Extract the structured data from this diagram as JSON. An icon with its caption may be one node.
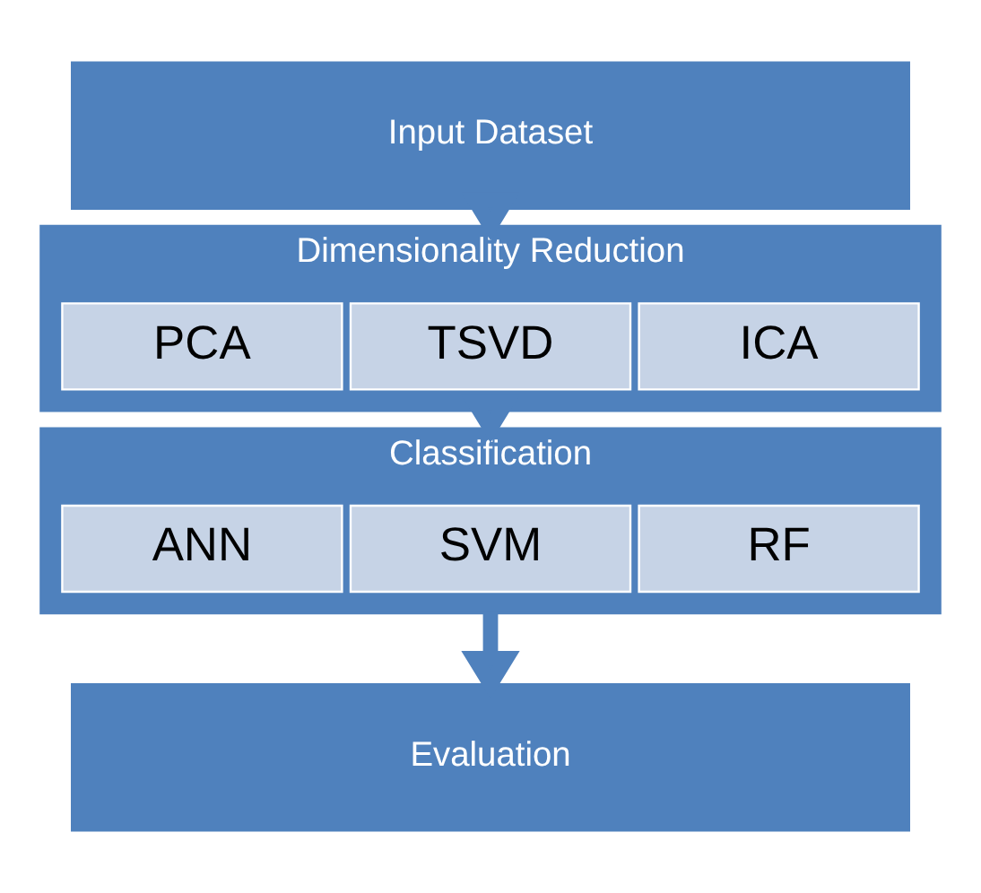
{
  "diagram": {
    "nodes": [
      {
        "text": [
          "Input Dataset"
        ]
      },
      {
        "text": [
          "Dimensionality Reduction"
        ]
      },
      {
        "text": [
          "PCA"
        ],
        "in": 1
      },
      {
        "text": [
          "TSVD"
        ],
        "in": 1
      },
      {
        "text": [
          "ICA"
        ],
        "in": 1
      },
      {
        "text": [
          "Classification"
        ]
      },
      {
        "text": [
          "ANN"
        ],
        "in": 5
      },
      {
        "text": [
          "SVM"
        ],
        "in": 5
      },
      {
        "text": [
          "RF"
        ],
        "in": 5
      },
      {
        "text": [
          "Evaluation"
        ]
      }
    ],
    "edges": [
      {
        "from": 0,
        "to": 1,
        "arrow": "to"
      },
      {
        "from": 1,
        "to": 5,
        "arrow": "to"
      },
      {
        "from": 5,
        "to": 9,
        "arrow": "to"
      }
    ]
  }
}
